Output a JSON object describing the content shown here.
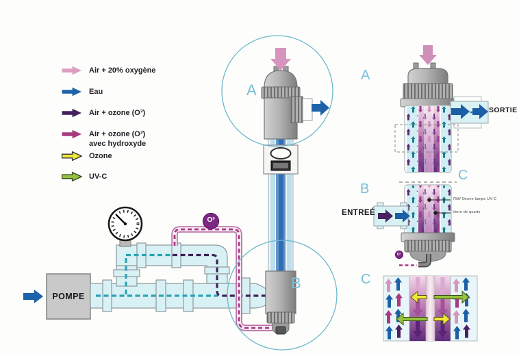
{
  "legend": {
    "items": [
      {
        "icon": "arrow-pink",
        "label": "Air + 20% oxygène"
      },
      {
        "icon": "arrow-blue",
        "label": "Eau"
      },
      {
        "icon": "arrow-darkpurple",
        "label": "Air + ozone (O³)"
      },
      {
        "icon": "arrow-magenta",
        "label": "Air + ozone (O³)",
        "label2": "avec hydroxyde"
      },
      {
        "icon": "arrow-yellow",
        "label": "Ozone"
      },
      {
        "icon": "arrow-green",
        "label": "UV-C"
      }
    ]
  },
  "schematic": {
    "pump_label": "POMPE",
    "o3_badge": "O³",
    "zone_a_label": "A",
    "zone_b_label": "B"
  },
  "detail": {
    "section_a_label": "A",
    "section_b_label": "B",
    "section_c_label": "C",
    "closeup_c_label": "C",
    "sortie_label": "SORTIE",
    "entree_label": "ENTREÉ",
    "lamp_callout": "75W Ozone lampe UV-C",
    "quartz_callout": "Verre de quartz",
    "o3_small_badge": "O³"
  },
  "colors": {
    "air_oxygen_pink": "#dd9ec2",
    "water_blue": "#1e63a9",
    "air_ozone_purple": "#45215e",
    "air_ozone_hydroxide_magenta": "#a83a80",
    "ozone_yellow": "#f0e838",
    "uvc_green": "#96c23d",
    "flow_dash_teal": "#2aa3b6",
    "pipe_fill": "#d8f1f5",
    "zone_circle": "#66b8cc",
    "zone_letter": "#79bed8",
    "o3_badge_purple": "#7b2982"
  }
}
